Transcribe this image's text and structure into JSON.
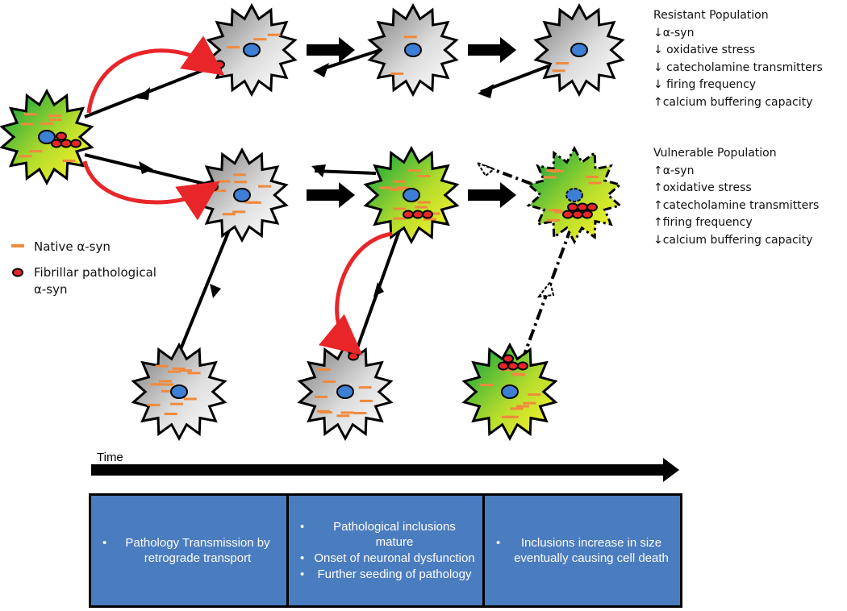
{
  "legend": {
    "native_label": "Native α-syn",
    "fibrillar_label_line1": "Fibrillar pathological",
    "fibrillar_label_line2": "α-syn"
  },
  "resistant": {
    "title": "Resistant Population",
    "items": [
      "↓α-syn",
      "↓ oxidative stress",
      "↓ catecholamine transmitters",
      "↓ firing frequency",
      "↑calcium buffering capacity"
    ]
  },
  "vulnerable": {
    "title": "Vulnerable Population",
    "items": [
      "↑α-syn",
      "↑oxidative stress",
      "↑catecholamine transmitters",
      "↑firing frequency",
      "↓calcium buffering capacity"
    ]
  },
  "timeline": {
    "label": "Time"
  },
  "stages": [
    {
      "bullets": [
        "Pathology Transmission by retrograde transport"
      ]
    },
    {
      "bullets": [
        "Pathological inclusions mature",
        "Onset of neuronal dysfunction",
        "Further seeding of pathology"
      ]
    },
    {
      "bullets": [
        "Inclusions increase in size eventually causing cell death"
      ]
    }
  ],
  "colors": {
    "orange": "#f08a3c",
    "red": "#e8262a",
    "nucleus": "#3d7fd4",
    "panel": "#4a7cc0",
    "green": "#2fae3a",
    "yellow": "#f4f12a"
  }
}
